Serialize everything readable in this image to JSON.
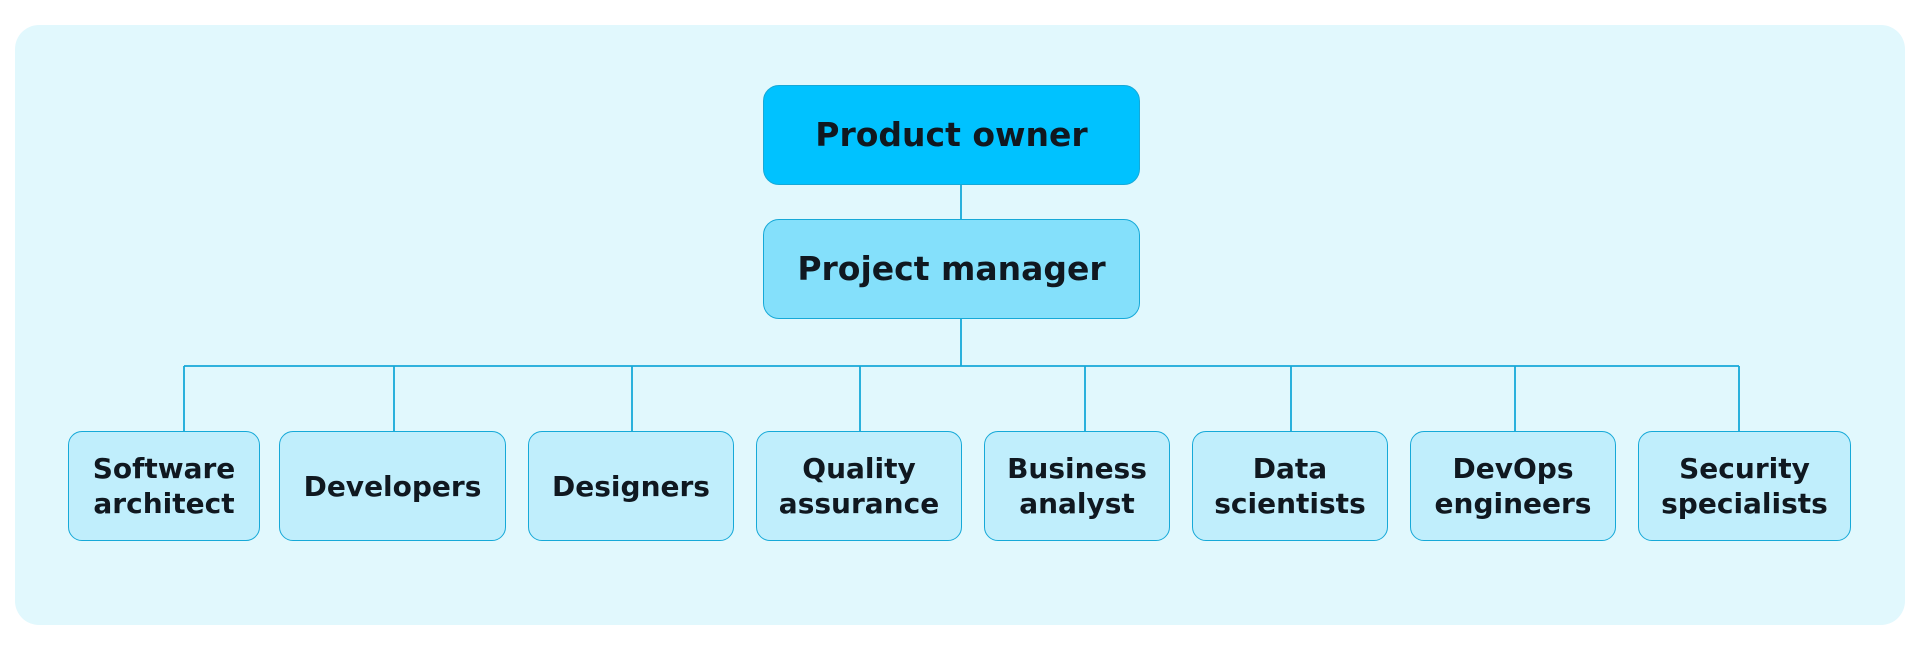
{
  "diagram": {
    "root": {
      "label": "Product owner"
    },
    "manager": {
      "label": "Project manager"
    },
    "teams": [
      {
        "label": "Software architect"
      },
      {
        "label": "Developers"
      },
      {
        "label": "Designers"
      },
      {
        "label": "Quality assurance"
      },
      {
        "label": "Business analyst"
      },
      {
        "label": "Data scientists"
      },
      {
        "label": "DevOps engineers"
      },
      {
        "label": "Security specialists"
      }
    ]
  },
  "colors": {
    "background": "#e1f8fd",
    "root_fill": "#00c2ff",
    "manager_fill": "#84e0fb",
    "team_fill": "#c0eefc",
    "connector": "#16a9d8"
  }
}
